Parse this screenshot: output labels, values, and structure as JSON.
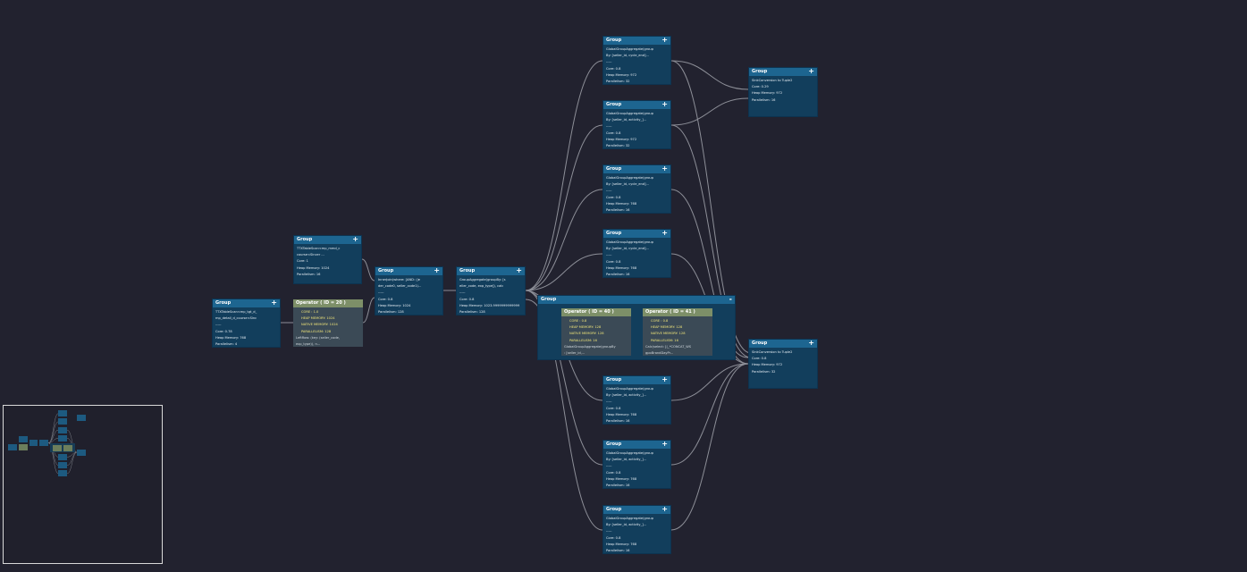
{
  "nodes": {
    "g_scan1": {
      "title": "Group",
      "btn": "+",
      "lines": [
        "TTXTableScan<mp_tgt_d_",
        "mp_detail_d_course<Sinc",
        "-----",
        "Core: 0.78",
        "Heap Memory: 768",
        "Parallelism: 4"
      ]
    },
    "g_scan2": {
      "title": "Group",
      "btn": "+",
      "lines": [
        "TTXTableScan<mp_mmd_c",
        "course<Sincer ...",
        "Core: 1",
        "Heap Memory: 1024",
        "Parallelism: 16"
      ]
    },
    "op_20": {
      "title": "Operator ( ID = 20 )",
      "metrics": [
        "CORE : 1.0",
        "HEAP MEMORY: 1024",
        "NATIVE MEMORY: 1024",
        "PARALLELISM: 128"
      ],
      "text": [
        "LeftRow: (key: (seller_code,",
        "exp_type)), n..."
      ]
    },
    "g_join": {
      "title": "Group",
      "btn": "+",
      "lines": [
        "InnerJoin(where: [AND: (je",
        "der_code0, seller_code1)...",
        "-----",
        "Core: 0.8",
        "Heap Memory: 1024",
        "Parallelism: 128"
      ]
    },
    "g_agg": {
      "title": "Group",
      "btn": "+",
      "lines": [
        "GroupAggregate(groupBy: [s",
        "eller_code, exp_type]), calc",
        "-----",
        "Core: 0.8",
        "Heap Memory: 1023.9999999999999",
        "Parallelism: 128"
      ]
    },
    "g_r1": {
      "title": "Group",
      "btn": "+",
      "lines": [
        "GlobalGroupAggregate(group",
        "By: [seller_id, cycle_end]...",
        "-----",
        "Core: 0.8",
        "Heap Memory: 972",
        "Parallelism: 32"
      ]
    },
    "g_r2": {
      "title": "Group",
      "btn": "+",
      "lines": [
        "GlobalGroupAggregate(group",
        "By: [seller_id, activity_]...",
        "-----",
        "Core: 0.8",
        "Heap Memory: 972",
        "Parallelism: 32"
      ]
    },
    "g_r3": {
      "title": "Group",
      "btn": "+",
      "lines": [
        "GlobalGroupAggregate(group",
        "By: [seller_id, cycle_end]...",
        "-----",
        "Core: 0.8",
        "Heap Memory: 768",
        "Parallelism: 16"
      ]
    },
    "g_r4": {
      "title": "Group",
      "btn": "+",
      "lines": [
        "GlobalGroupAggregate(group",
        "By: [seller_id, cycle_end]...",
        "-----",
        "Core: 0.8",
        "Heap Memory: 768",
        "Parallelism: 16"
      ]
    },
    "g_r6": {
      "title": "Group",
      "btn": "+",
      "lines": [
        "GlobalGroupAggregate(group",
        "By: [seller_id, activity_]...",
        "-----",
        "Core: 0.8",
        "Heap Memory: 768",
        "Parallelism: 16"
      ]
    },
    "g_r7": {
      "title": "Group",
      "btn": "+",
      "lines": [
        "GlobalGroupAggregate(group",
        "By: [seller_id, activity_]...",
        "-----",
        "Core: 0.8",
        "Heap Memory: 768",
        "Parallelism: 16"
      ]
    },
    "g_r8": {
      "title": "Group",
      "btn": "+",
      "lines": [
        "GlobalGroupAggregate(group",
        "By: [seller_id, activity_]...",
        "-----",
        "Core: 0.8",
        "Heap Memory: 768",
        "Parallelism: 16"
      ]
    },
    "g_sink1": {
      "title": "Group",
      "btn": "+",
      "lines": [
        "SinkConversion to Tuple2",
        "Core: 0.29",
        "Heap Memory: 972",
        "Parallelism: 16"
      ]
    },
    "g_sink2": {
      "title": "Group",
      "btn": "+",
      "lines": [
        "SinkConversion to Tuple2",
        "Core: 0.8",
        "Heap Memory: 972",
        "Parallelism: 32"
      ]
    }
  },
  "expanded_group": {
    "title": "Group",
    "btn": "-",
    "op40": {
      "title": "Operator ( ID = 40 )",
      "metrics": [
        "CORE : 0.8",
        "HEAP MEMORY: 128",
        "NATIVE MEMORY: 128",
        "PARALLELISM: 16"
      ],
      "text": [
        "GlobalGroupAggregate(groupBy",
        ": [seller_id,..."
      ]
    },
    "op41": {
      "title": "Operator ( ID = 41 )",
      "metrics": [
        "CORE : 0.8",
        "HEAP MEMORY: 128",
        "NATIVE MEMORY: 128",
        "PARALLELISM: 16"
      ],
      "text": [
        "Calc(select: [(_*CONCAT_WS",
        "gpoBrandDayPr..."
      ]
    }
  }
}
